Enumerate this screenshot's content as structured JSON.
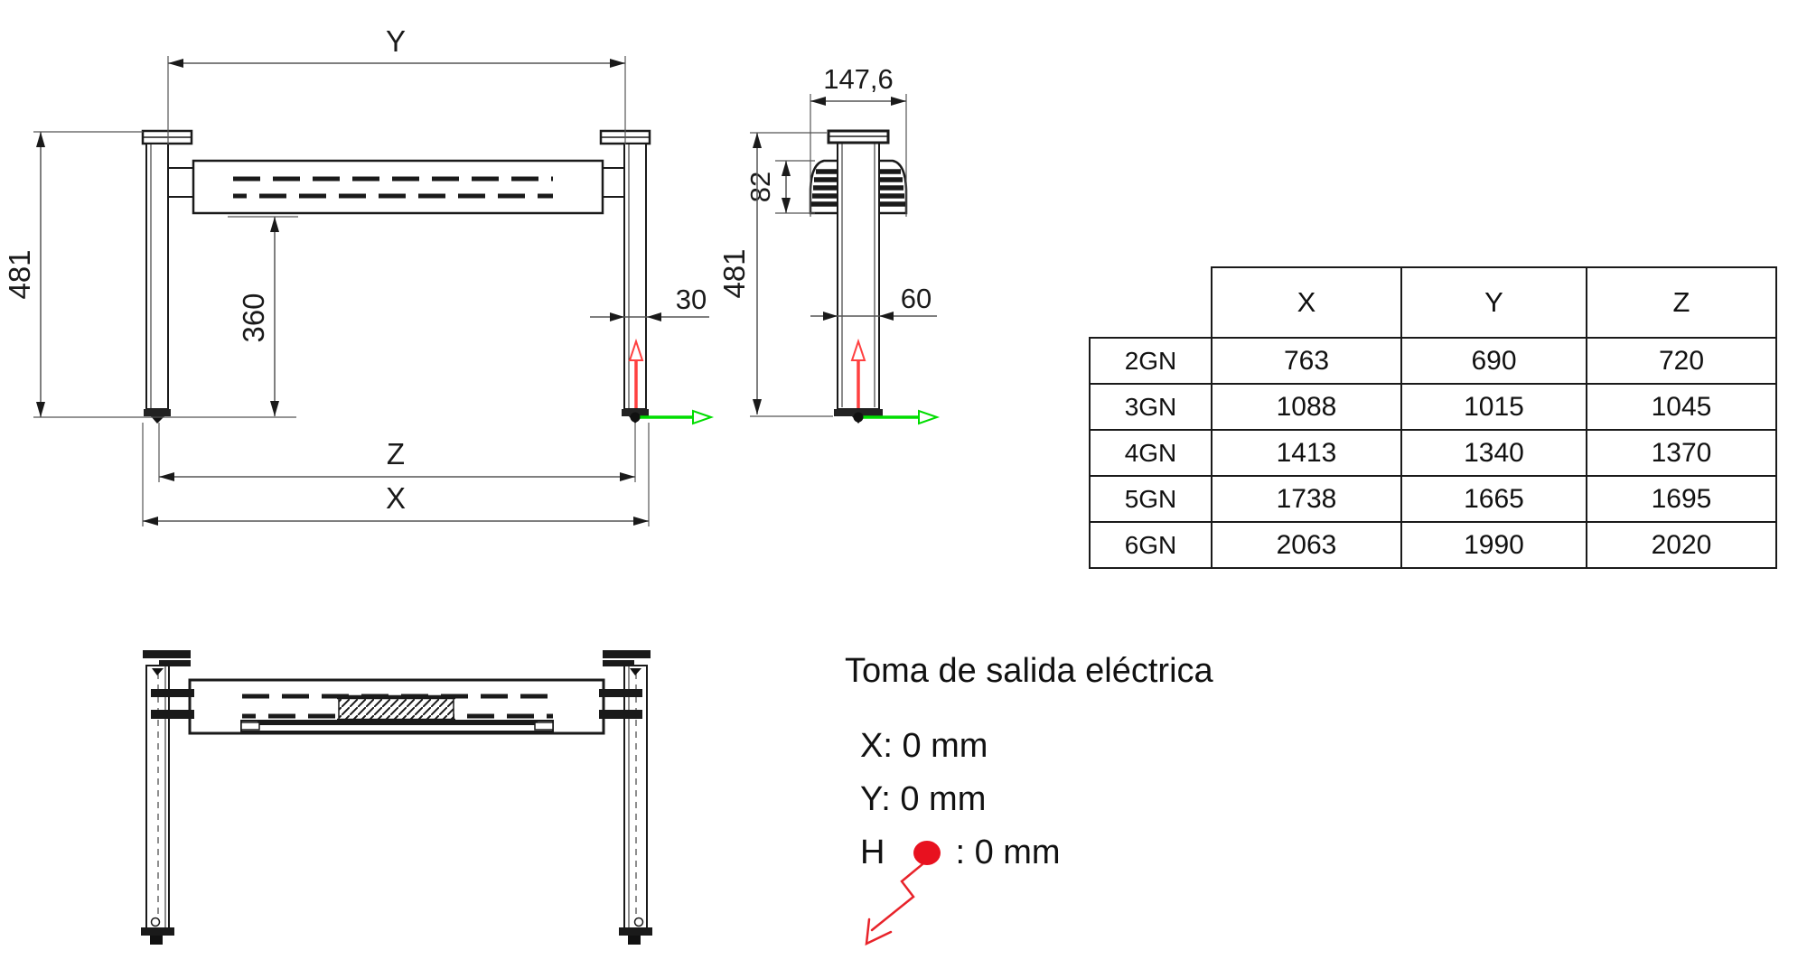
{
  "front_view": {
    "label_y": "Y",
    "label_height": "481",
    "label_inner_height": "360",
    "label_leg_width": "30",
    "label_z": "Z",
    "label_x": "X"
  },
  "side_view": {
    "label_width": "147,6",
    "label_element_height": "82",
    "label_height": "481",
    "label_leg_depth": "60"
  },
  "table": {
    "col_headers": [
      "X",
      "Y",
      "Z"
    ],
    "rows": [
      {
        "model": "2GN",
        "x": "763",
        "y": "690",
        "z": "720"
      },
      {
        "model": "3GN",
        "x": "1088",
        "y": "1015",
        "z": "1045"
      },
      {
        "model": "4GN",
        "x": "1413",
        "y": "1340",
        "z": "1370"
      },
      {
        "model": "5GN",
        "x": "1738",
        "y": "1665",
        "z": "1695"
      },
      {
        "model": "6GN",
        "x": "2063",
        "y": "1990",
        "z": "2020"
      }
    ]
  },
  "outlet": {
    "title": "Toma de salida eléctrica",
    "line_x": "X: 0 mm",
    "line_y": "Y: 0 mm",
    "line_h_prefix": "H",
    "line_h_suffix": ": 0 mm"
  },
  "colors": {
    "outline": "#1a1a1a",
    "dim_line": "#555555",
    "axis_red": "#ff4040",
    "axis_green": "#00dd00",
    "marker_red": "#e8111f"
  }
}
